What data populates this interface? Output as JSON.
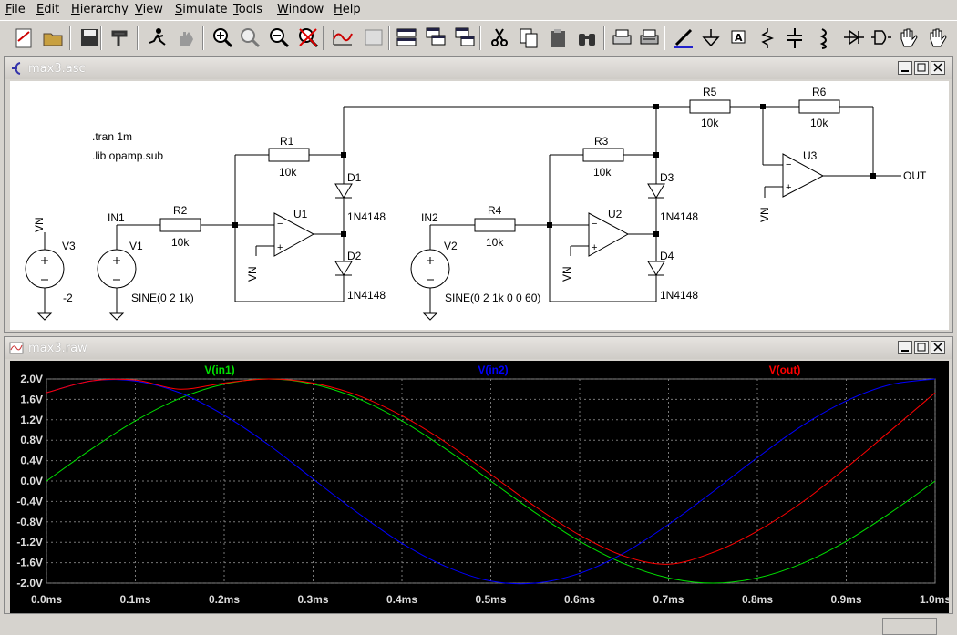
{
  "menu": [
    {
      "label": "File",
      "accel": "F",
      "rest": "ile"
    },
    {
      "label": "Edit",
      "accel": "E",
      "rest": "dit"
    },
    {
      "label": "Hierarchy",
      "accel": "H",
      "rest": "ierarchy"
    },
    {
      "label": "View",
      "accel": "V",
      "rest": "iew"
    },
    {
      "label": "Simulate",
      "accel": "S",
      "rest": "imulate"
    },
    {
      "label": "Tools",
      "accel": "T",
      "rest": "ools"
    },
    {
      "label": "Window",
      "accel": "W",
      "rest": "indow"
    },
    {
      "label": "Help",
      "accel": "H",
      "rest": "elp"
    }
  ],
  "toolbar_icons": [
    "new-schematic-icon",
    "open-folder-icon",
    "save-icon",
    "control-panel-hammer-icon",
    "run-simulation-icon",
    "halt-hand-icon",
    "zoom-in-icon",
    "zoom-pan-icon",
    "zoom-out-icon",
    "zoom-cancel-icon",
    "autorange-icon",
    "view-ac-icon",
    "tile-horizontal-icon",
    "cascade-icon",
    "tile-vertical-icon",
    "cut-scissors-icon",
    "copy-icon",
    "paste-icon",
    "find-binoculars-icon",
    "print-icon",
    "print-setup-icon",
    "draw-wire-icon",
    "ground-icon",
    "label-net-icon",
    "resistor-icon",
    "capacitor-icon",
    "inductor-icon",
    "diode-icon",
    "component-icon",
    "move-hand-icon",
    "drag-hand-icon"
  ],
  "schematic_window": {
    "title": "max3.asc"
  },
  "waveform_window": {
    "title": "max3.raw"
  },
  "schematic": {
    "directives": [
      ".tran 1m",
      ".lib opamp.sub"
    ],
    "components": {
      "V3": {
        "name": "V3",
        "value": "-2",
        "net": "VN"
      },
      "V1": {
        "name": "V1",
        "value": "SINE(0 2 1k)"
      },
      "V2": {
        "name": "V2",
        "value": "SINE(0 2 1k 0 0 60)"
      },
      "R1": {
        "name": "R1",
        "value": "10k"
      },
      "R2": {
        "name": "R2",
        "value": "10k"
      },
      "R3": {
        "name": "R3",
        "value": "10k"
      },
      "R4": {
        "name": "R4",
        "value": "10k"
      },
      "R5": {
        "name": "R5",
        "value": "10k"
      },
      "R6": {
        "name": "R6",
        "value": "10k"
      },
      "D1": {
        "name": "D1",
        "value": "1N4148"
      },
      "D2": {
        "name": "D2",
        "value": "1N4148"
      },
      "D3": {
        "name": "D3",
        "value": "1N4148"
      },
      "D4": {
        "name": "D4",
        "value": "1N4148"
      },
      "U1": {
        "name": "U1"
      },
      "U2": {
        "name": "U2"
      },
      "U3": {
        "name": "U3"
      }
    },
    "nets": {
      "in1": "IN1",
      "in2": "IN2",
      "out": "OUT",
      "vn": "VN"
    }
  },
  "chart_data": {
    "type": "line",
    "xlabel": "",
    "ylabel": "",
    "x_ticks": [
      "0.0ms",
      "0.1ms",
      "0.2ms",
      "0.3ms",
      "0.4ms",
      "0.5ms",
      "0.6ms",
      "0.7ms",
      "0.8ms",
      "0.9ms",
      "1.0ms"
    ],
    "y_ticks": [
      "2.0V",
      "1.6V",
      "1.2V",
      "0.8V",
      "0.4V",
      "0.0V",
      "-0.4V",
      "-0.8V",
      "-1.2V",
      "-1.6V",
      "-2.0V"
    ],
    "xlim": [
      0,
      1.0
    ],
    "ylim": [
      -2.0,
      2.0
    ],
    "grid": true,
    "legend_position": "top",
    "series": [
      {
        "name": "V(in1)",
        "color": "#00e000",
        "x": [
          0,
          0.05,
          0.1,
          0.15,
          0.2,
          0.25,
          0.3,
          0.35,
          0.4,
          0.45,
          0.5,
          0.55,
          0.6,
          0.65,
          0.7,
          0.75,
          0.8,
          0.85,
          0.9,
          0.95,
          1.0
        ],
        "y": [
          0,
          0.62,
          1.18,
          1.62,
          1.9,
          2.0,
          1.9,
          1.62,
          1.18,
          0.62,
          0,
          -0.62,
          -1.18,
          -1.62,
          -1.9,
          -2.0,
          -1.9,
          -1.62,
          -1.18,
          -0.62,
          0
        ]
      },
      {
        "name": "V(in2)",
        "color": "#0000ff",
        "x": [
          0,
          0.05,
          0.1,
          0.15,
          0.2,
          0.25,
          0.3,
          0.35,
          0.4,
          0.45,
          0.5,
          0.55,
          0.6,
          0.65,
          0.7,
          0.75,
          0.8,
          0.85,
          0.9,
          0.95,
          1.0
        ],
        "y": [
          1.73,
          1.96,
          1.96,
          1.73,
          1.29,
          0.71,
          0.04,
          -0.62,
          -1.22,
          -1.68,
          -1.96,
          -2.0,
          -1.81,
          -1.41,
          -0.85,
          -0.21,
          0.46,
          1.08,
          1.57,
          1.89,
          2.0
        ]
      },
      {
        "name": "V(out)",
        "color": "#ff0000",
        "x": [
          0,
          0.05,
          0.1,
          0.15,
          0.2,
          0.25,
          0.3,
          0.35,
          0.4,
          0.45,
          0.5,
          0.55,
          0.6,
          0.65,
          0.7,
          0.75,
          0.8,
          0.85,
          0.9,
          0.95,
          1.0
        ],
        "y": [
          1.73,
          1.96,
          1.98,
          1.8,
          1.92,
          2.0,
          1.92,
          1.68,
          1.28,
          0.75,
          0.13,
          -0.5,
          -1.06,
          -1.47,
          -1.63,
          -1.4,
          -0.98,
          -0.42,
          0.26,
          0.99,
          1.73
        ]
      }
    ]
  }
}
